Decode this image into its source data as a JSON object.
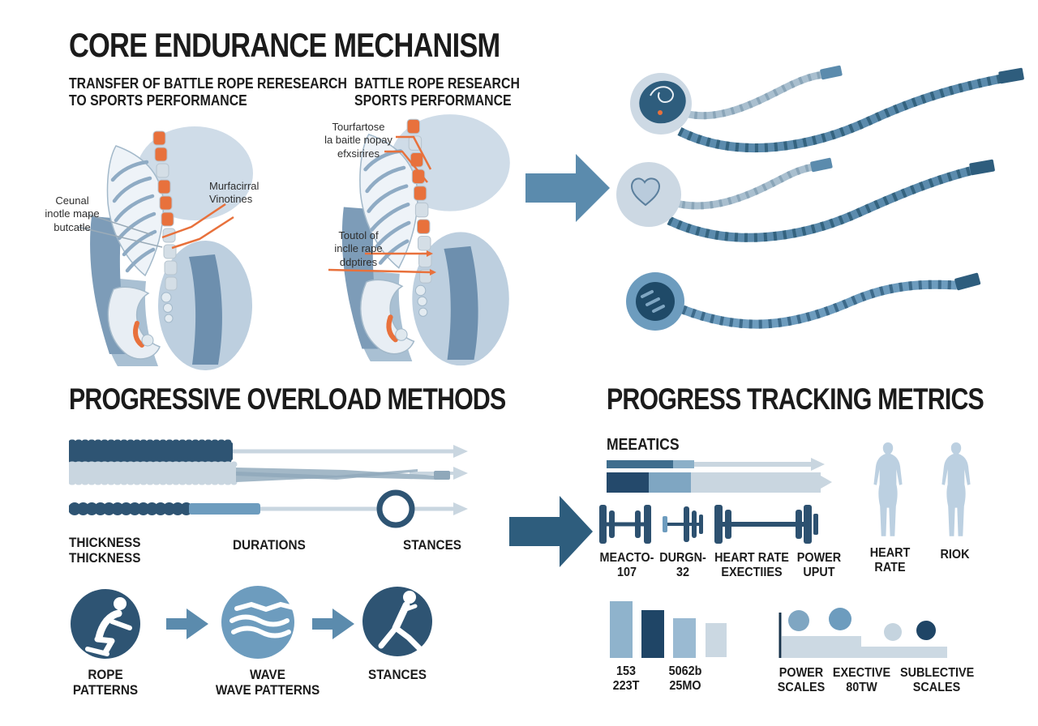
{
  "core": {
    "title": "CORE ENDURANCE MECHANISM",
    "subtitle_left": "TRANSFER OF BATTLE ROPE RERESEARCH\nTO SPORTS PERFORMANCE",
    "subtitle_right": "BATTLE ROPE RESEARCH\nSPORTS PERFORMANCE",
    "figure_left": {
      "label_side": "Ceunal\ninotle mape\nbutcatle",
      "label_upper": "Murfacirral\nVinotines"
    },
    "figure_right": {
      "label_top": "Tourfartose\nla baitle nopay\nefxsirires",
      "label_mid": "Toutol of\ninclle rape\nddptires"
    }
  },
  "progressive": {
    "title": "PROGRESSIVE OVERLOAD METHODS",
    "rows": [
      "THICKNESS\nTHICKNESS",
      "DURATIONS",
      "STANCES"
    ],
    "flow": [
      {
        "label": "ROPE\nPATTERNS",
        "icon": "kneeling-person-icon"
      },
      {
        "label": "WAVE\nWAVE PATTERNS",
        "icon": "waves-icon"
      },
      {
        "label": "STANCES",
        "icon": "lunging-person-icon"
      }
    ]
  },
  "tracking": {
    "title": "PROGRESS TRACKING METRICS",
    "metrics_label": "MEEATICS",
    "dumbbell_labels": [
      "MEACTO-\n107",
      "DURGN-\n32",
      "HEART RATE\nEXECTIIES",
      "POWER\nUPUT"
    ],
    "silhouette_labels": [
      "HEART\nRATE",
      "RIOK"
    ],
    "bar_chart_labels": [
      "153\n223T",
      "5062b\n25MO"
    ],
    "scatter_labels": [
      "POWER\nSCALES",
      "EXECTIVE\n80TW",
      "SUBLECTIVE\nSCALES"
    ]
  },
  "colors": {
    "navy": "#2E5473",
    "deep_navy": "#1F4566",
    "steel": "#5B8BAD",
    "sky": "#6D9CBE",
    "light_blue": "#C9D6E0",
    "silhouette_blue": "#BCD0E1",
    "accent_orange": "#E8713C",
    "text": "#1B1B1B"
  }
}
